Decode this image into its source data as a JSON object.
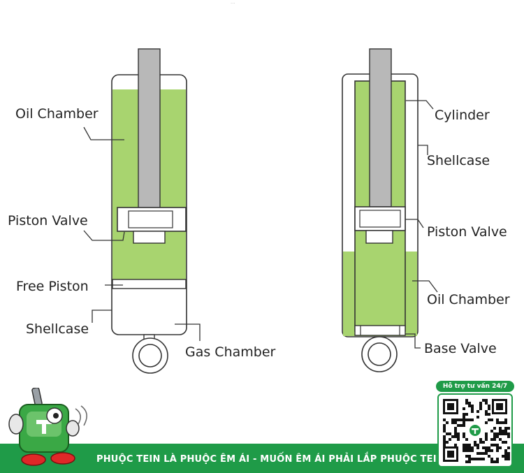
{
  "header": {
    "faint_caption": "..."
  },
  "left_diagram": {
    "labels": {
      "oil_chamber": "Oil Chamber",
      "piston_valve": "Piston Valve",
      "free_piston": "Free Piston",
      "shellcase": "Shellcase",
      "gas_chamber": "Gas Chamber"
    }
  },
  "right_diagram": {
    "labels": {
      "cylinder": "Cylinder",
      "shellcase": "Shellcase",
      "piston_valve": "Piston Valve",
      "oil_chamber": "Oil Chamber",
      "base_valve": "Base Valve"
    }
  },
  "banner": {
    "slogan": "PHUỘC TEIN LÀ PHUỘC ÊM ÁI - MUỐN ÊM ÁI PHẢI LẮP PHUỘC TEIN",
    "support_badge": "Hỗ trợ tư vấn 24/7"
  },
  "colors": {
    "oil_fill": "#a8d46f",
    "rod": "#b8b8b8",
    "outline": "#333333",
    "brand_green": "#1f9b48"
  }
}
